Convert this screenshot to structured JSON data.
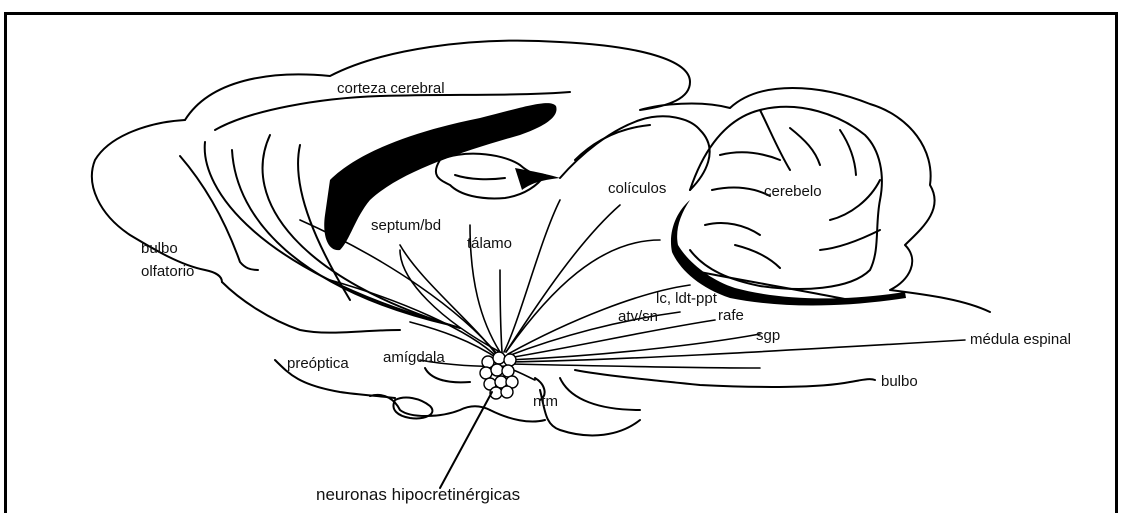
{
  "diagram": {
    "labels": {
      "corteza": "corteza cerebral",
      "coliculos": "colículos",
      "cerebelo": "cerebelo",
      "septum": "septum/bd",
      "talamo": "tálamo",
      "bulbo_olf_1": "bulbo",
      "bulbo_olf_2": "olfatorio",
      "lc": "lc, ldt-ppt",
      "atv": "atv/sn",
      "rafe": "rafe",
      "sgp": "sgp",
      "medula": "médula espinal",
      "preoptica": "preóptica",
      "amigdala": "amígdala",
      "bulbo": "bulbo",
      "ntm": "ntm",
      "neuronas": "neuronas hipocretinérgicas"
    }
  }
}
